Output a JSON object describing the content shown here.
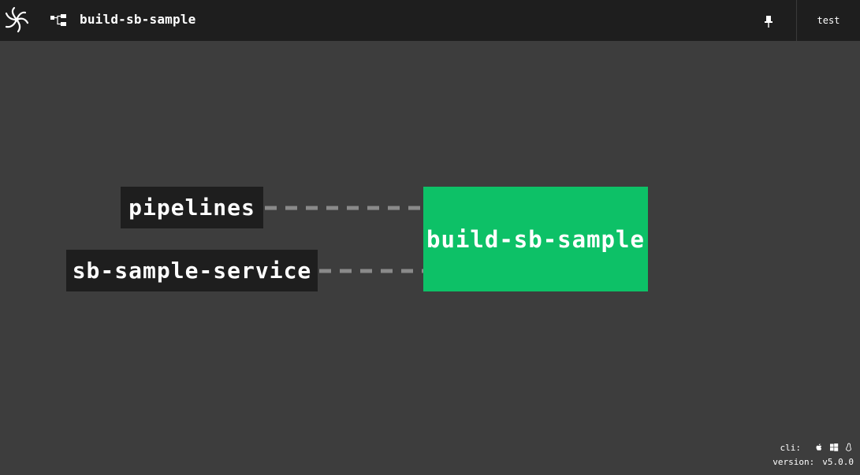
{
  "topbar": {
    "title": "build-sb-sample",
    "team": "test",
    "icons": {
      "logo": "concourse-logo-icon",
      "pipeline": "pipeline-icon",
      "pin": "pin-icon"
    }
  },
  "graph": {
    "inputs": [
      {
        "label": "pipelines"
      },
      {
        "label": "sb-sample-service"
      }
    ],
    "job": {
      "label": "build-sb-sample",
      "status": "succeeded",
      "color": "#0dc167"
    },
    "edge_color": "#8a8a8a"
  },
  "footer": {
    "cli_label": "cli:",
    "version_label": "version:",
    "version_value": "v5.0.0",
    "cli_icons": [
      "apple-icon",
      "windows-icon",
      "linux-icon"
    ]
  },
  "colors": {
    "background": "#3d3d3d",
    "topbar": "#1e1e1e",
    "node": "#1e1e1e",
    "success": "#0dc167"
  }
}
